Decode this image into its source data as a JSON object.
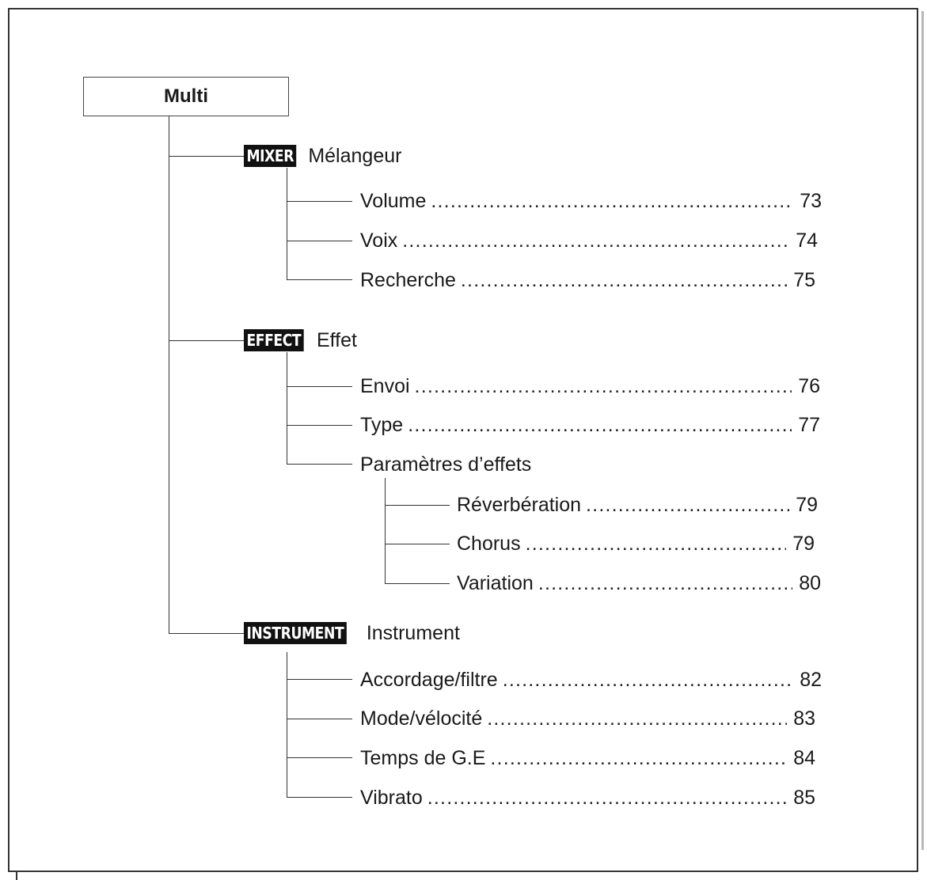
{
  "root": {
    "label": "Multi"
  },
  "sections": [
    {
      "badge": "MIXER",
      "name": "Mélangeur",
      "items": [
        {
          "label": "Volume",
          "page": "73"
        },
        {
          "label": "Voix",
          "page": "74"
        },
        {
          "label": "Recherche",
          "page": "75"
        }
      ]
    },
    {
      "badge": "EFFECT",
      "name": "Effet",
      "items": [
        {
          "label": "Envoi",
          "page": "76"
        },
        {
          "label": "Type",
          "page": "77"
        },
        {
          "label": "Paramètres d’effets"
        }
      ],
      "subitems": [
        {
          "label": "Réverbération",
          "page": "79"
        },
        {
          "label": "Chorus",
          "page": "79"
        },
        {
          "label": "Variation",
          "page": "80"
        }
      ]
    },
    {
      "badge": "INSTRUMENT",
      "name": "Instrument",
      "items": [
        {
          "label": "Accordage/filtre",
          "page": "82"
        },
        {
          "label": "Mode/vélocité",
          "page": "83"
        },
        {
          "label": "Temps de G.E",
          "page": "84"
        },
        {
          "label": "Vibrato",
          "page": "85"
        }
      ]
    }
  ]
}
